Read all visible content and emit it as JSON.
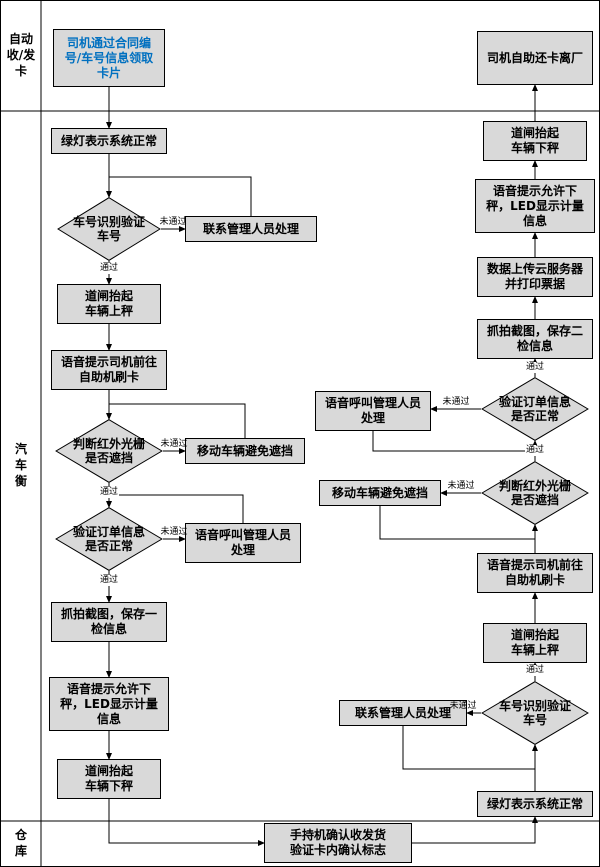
{
  "lanes": {
    "card": "自动\n收/发\n卡",
    "scale": "汽\n车\n衡",
    "warehouse": "仓\n库"
  },
  "edge_labels": {
    "pass": "通过",
    "fail": "未通过"
  },
  "nodes": {
    "driver_get_card": "司机通过合同编\n号/车号信息领取\n卡片",
    "green_light_left": "绿灯表示系统正常",
    "verify_plate_left": "车号识别验证\n车号",
    "contact_admin_left": "联系管理人员处理",
    "barrier_up_on_left": "道闸抬起\n车辆上秤",
    "voice_swipe_left": "语音提示司机前往\n自助机刷卡",
    "infrared_left": "判断红外光栅\n是否遮挡",
    "move_vehicle_left": "移动车辆避免遮挡",
    "verify_order_left": "验证订单信息\n是否正常",
    "voice_call_admin_left": "语音呼叫管理人员\n处理",
    "capture_first": "抓拍截图，保存一\n检信息",
    "voice_allow_off_left": "语音提示允许下\n秤，LED显示计量\n信息",
    "barrier_up_off_left": "道闸抬起\n车辆下秤",
    "handheld_confirm": "手持机确认收发货\n验证卡内确认标志",
    "green_light_right": "绿灯表示系统正常",
    "verify_plate_right": "车号识别验证\n车号",
    "contact_admin_right": "联系管理人员处理",
    "barrier_up_on_right": "道闸抬起\n车辆上秤",
    "voice_swipe_right": "语音提示司机前往\n自助机刷卡",
    "infrared_right": "判断红外光栅\n是否遮挡",
    "move_vehicle_right": "移动车辆避免遮挡",
    "verify_order_right": "验证订单信息\n是否正常",
    "voice_call_admin_right": "语音呼叫管理人员\n处理",
    "capture_second": "抓拍截图，保存二\n检信息",
    "upload_cloud": "数据上传云服务器\n并打印票据",
    "voice_allow_off_right": "语音提示允许下\n秤，LED显示计量\n信息",
    "barrier_up_off_right": "道闸抬起\n车辆下秤",
    "driver_return_card": "司机自助还卡离厂"
  },
  "colors": {
    "node_fill": "#d9d9d9",
    "line": "#000000",
    "highlight_text": "#0070c0"
  }
}
